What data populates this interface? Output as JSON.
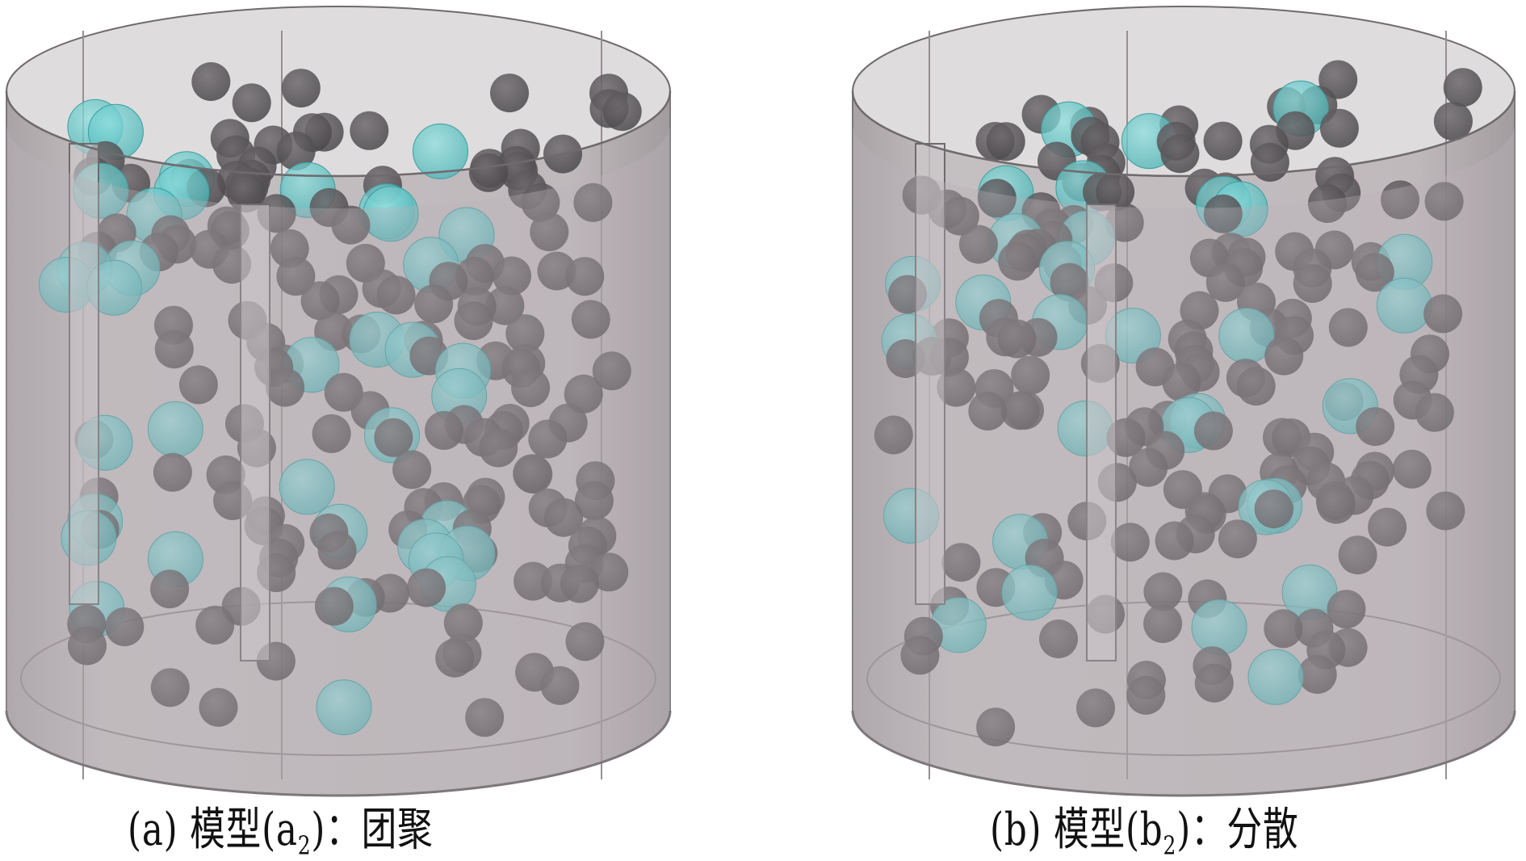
{
  "panels": [
    {
      "label": "(a)",
      "model_prefix": "模型(a",
      "model_sub": "2",
      "model_suffix": ")：",
      "state": "团聚",
      "colors": {
        "dark": "#595659",
        "cyan": "#5fc9c9"
      }
    },
    {
      "label": "(b)",
      "model_prefix": "模型(b",
      "model_sub": "2",
      "model_suffix": ")：",
      "state": "分散",
      "colors": {
        "dark": "#595659",
        "cyan": "#5fc9c9"
      }
    }
  ]
}
